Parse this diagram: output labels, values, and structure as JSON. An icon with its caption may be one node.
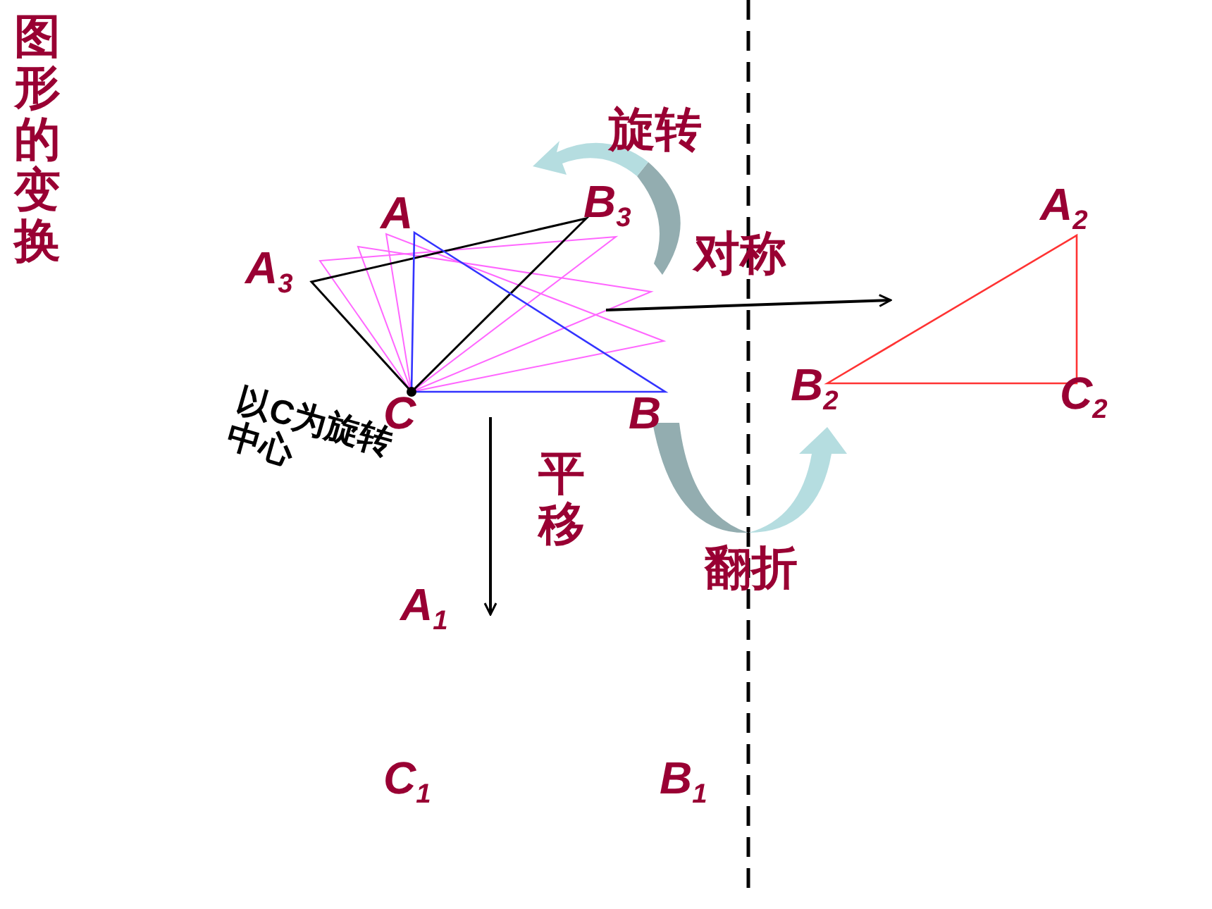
{
  "diagram": {
    "title": "图形的变换",
    "labels": [
      "旋转",
      "A",
      "B$_{3}$",
      "A$_{2}$",
      "对称",
      "A$_{3}$",
      "B$_{2}$",
      "C$_{2}$",
      "以C为旋转中心",
      "C",
      "B",
      "平移",
      "翻折",
      "A$_{1}$",
      "C$_{1}$",
      "B$_{1}$"
    ]
  }
}
